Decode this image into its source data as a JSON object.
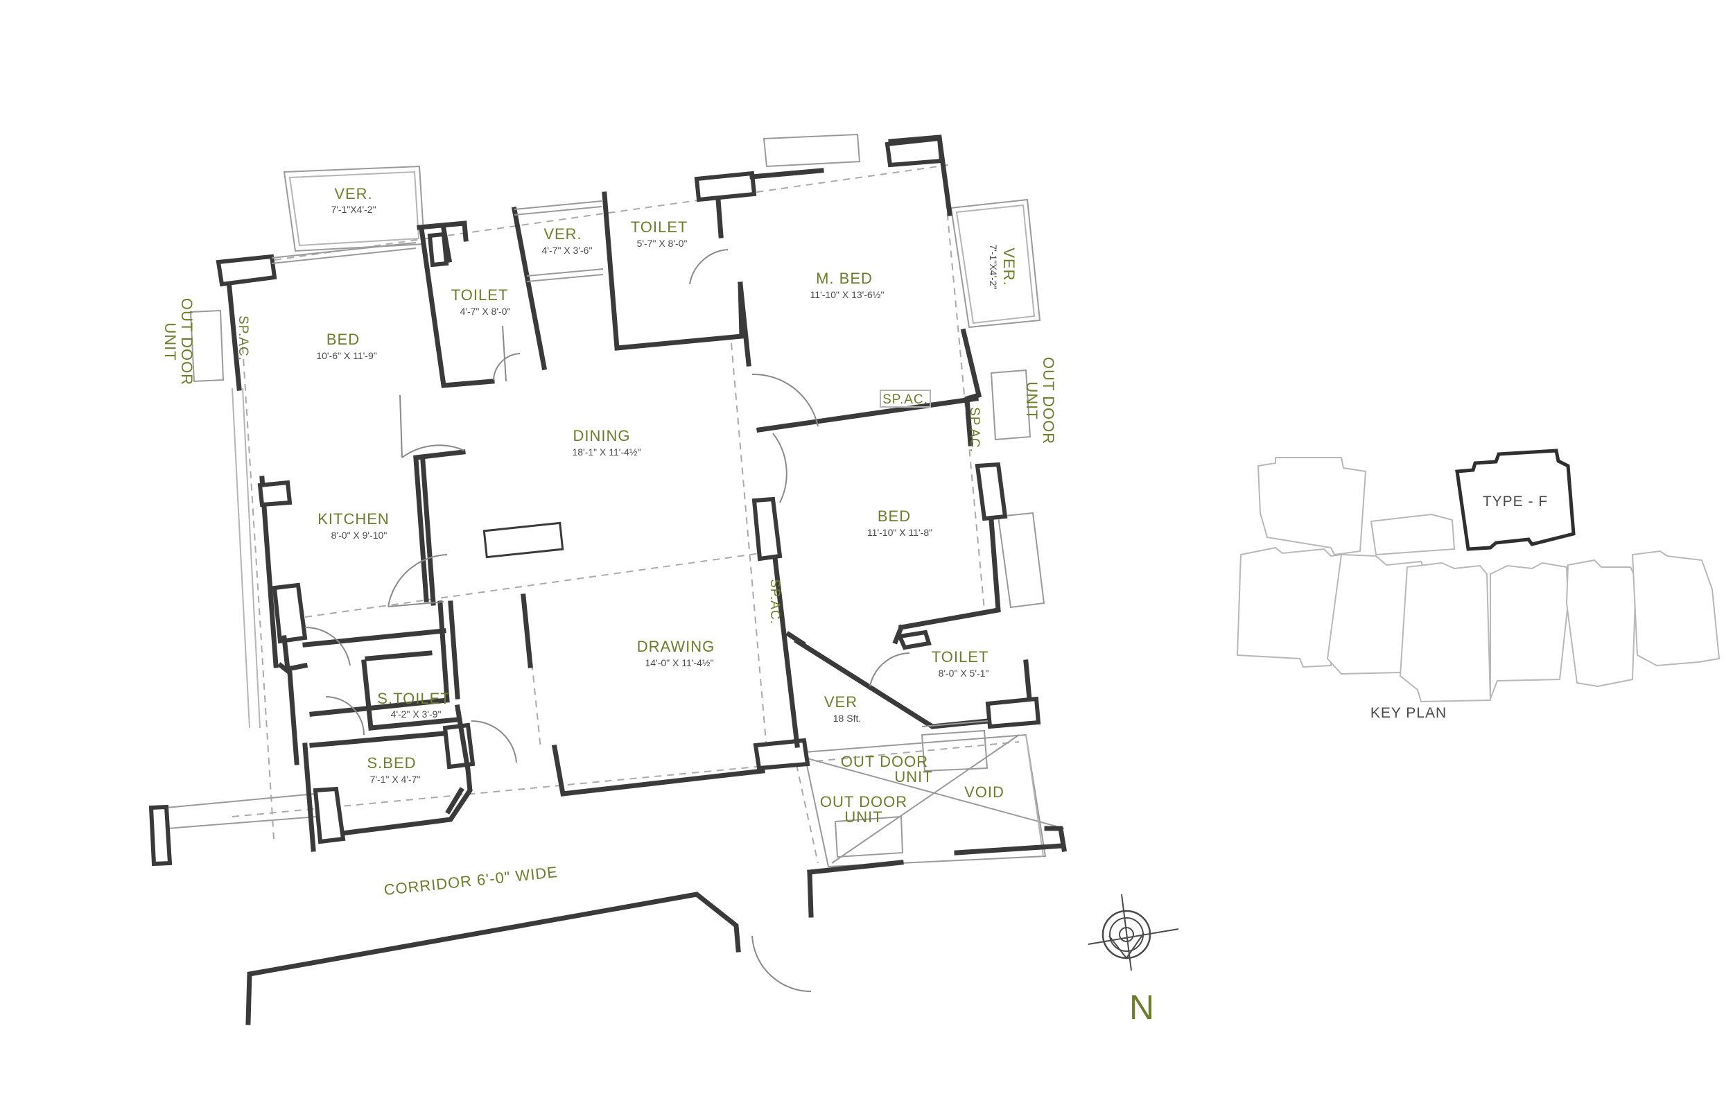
{
  "rooms": {
    "ver_nw": {
      "label": "VER.",
      "dim": "7'-1\"X4'-2\""
    },
    "bed_w": {
      "label": "BED",
      "dim": "10'-6\" X 11'-9\""
    },
    "toilet_1": {
      "label": "TOILET",
      "dim": "4'-7\" X 8'-0\""
    },
    "ver_n": {
      "label": "VER.",
      "dim": "4'-7\" X 3'-6\""
    },
    "toilet_2": {
      "label": "TOILET",
      "dim": "5'-7\" X 8'-0\""
    },
    "m_bed": {
      "label": "M. BED",
      "dim": "11'-10\" X 13'-6½\""
    },
    "ver_e": {
      "label": "VER.",
      "dim": "7'-1\"X4'-2\""
    },
    "dining": {
      "label": "DINING",
      "dim": "18'-1\" X 11'-4½\""
    },
    "kitchen": {
      "label": "KITCHEN",
      "dim": "8'-0\" X 9'-10\""
    },
    "bed_e": {
      "label": "BED",
      "dim": "11'-10\" X 11'-8\""
    },
    "drawing": {
      "label": "DRAWING",
      "dim": "14'-0\" X 11'-4½\""
    },
    "toilet_3": {
      "label": "TOILET",
      "dim": "8'-0\" X 5'-1\""
    },
    "s_toilet": {
      "label": "S.TOILET",
      "dim": "4'-2\" X 3'-9\""
    },
    "s_bed": {
      "label": "S.BED",
      "dim": "7'-1\" X 4'-7\""
    },
    "ver_s": {
      "label": "VER",
      "dim": "18 Sft."
    }
  },
  "labels": {
    "sp_ac": "SP.AC.",
    "out_door_line1": "OUT DOOR",
    "out_door_line2": "UNIT",
    "void": "VOID",
    "corridor": "CORRIDOR 6'-0\" WIDE",
    "north": "N",
    "key_plan": "KEY PLAN",
    "type": "TYPE - F"
  }
}
